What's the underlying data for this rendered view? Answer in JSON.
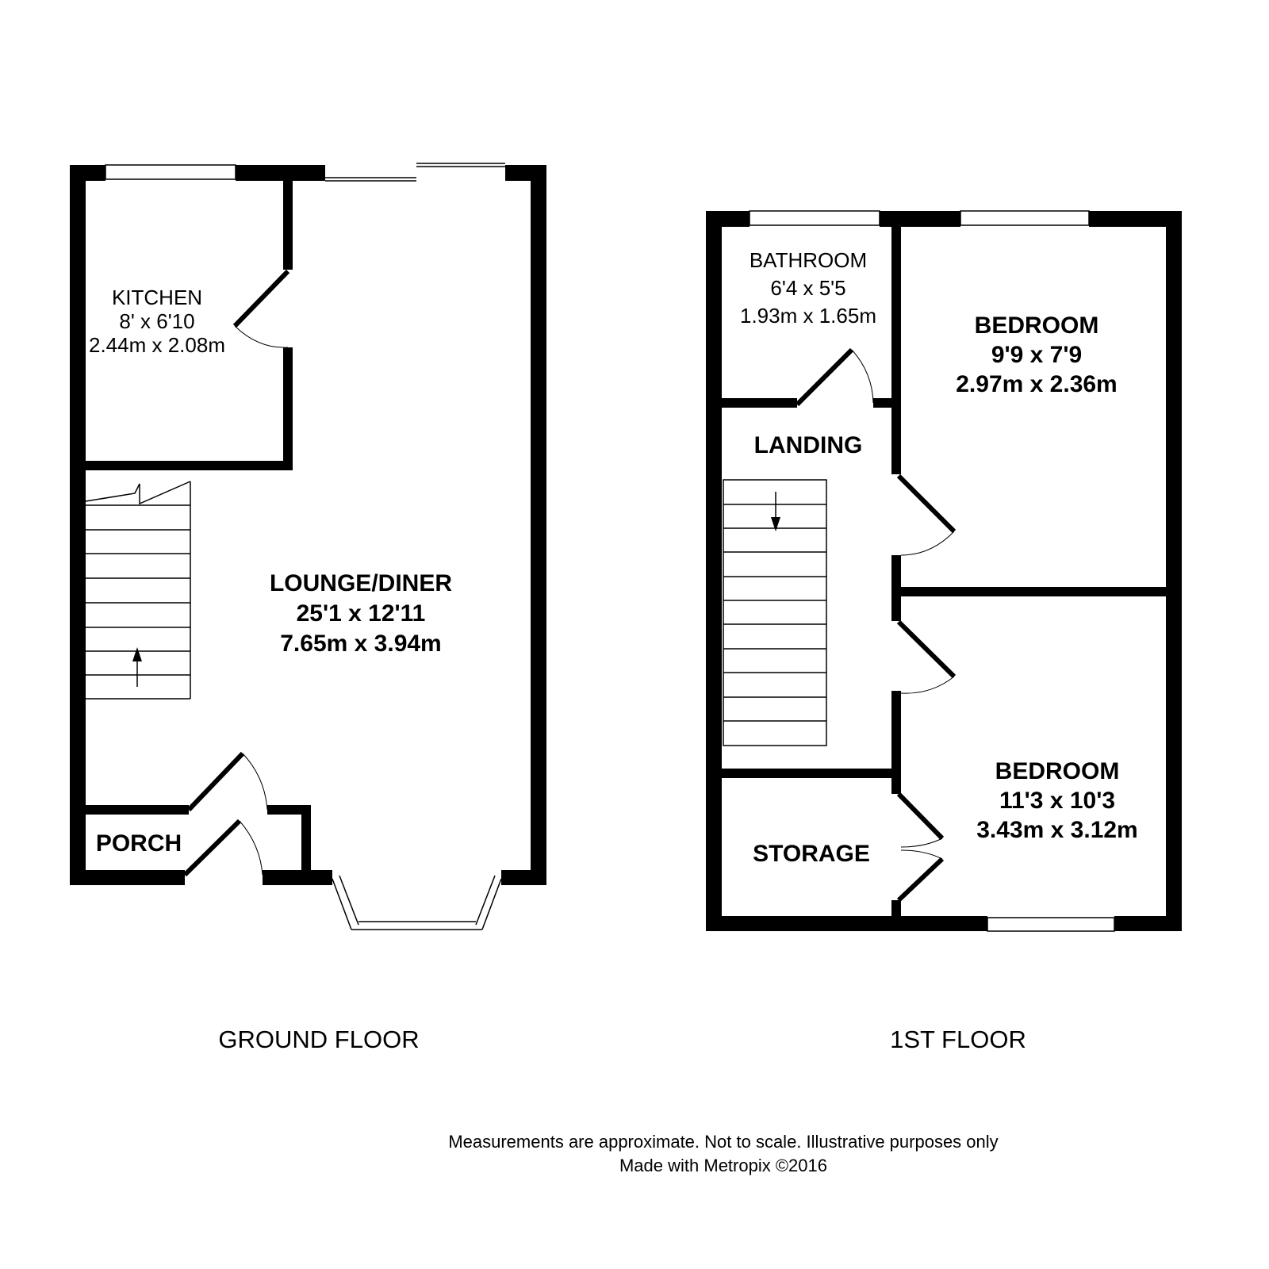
{
  "floors": {
    "ground": {
      "caption": "GROUND FLOOR",
      "rooms": {
        "kitchen": {
          "name": "KITCHEN",
          "imperial": "8' x 6'10",
          "metric": "2.44m x 2.08m"
        },
        "lounge": {
          "name": "LOUNGE/DINER",
          "imperial": "25'1 x 12'11",
          "metric": "7.65m x 3.94m"
        },
        "porch": {
          "name": "PORCH"
        }
      }
    },
    "first": {
      "caption": "1ST FLOOR",
      "rooms": {
        "bathroom": {
          "name": "BATHROOM",
          "imperial": "6'4 x 5'5",
          "metric": "1.93m x 1.65m"
        },
        "bedroom1": {
          "name": "BEDROOM",
          "imperial": "9'9 x 7'9",
          "metric": "2.97m x 2.36m"
        },
        "landing": {
          "name": "LANDING"
        },
        "bedroom2": {
          "name": "BEDROOM",
          "imperial": "11'3 x 10'3",
          "metric": "3.43m x 3.12m"
        },
        "storage": {
          "name": "STORAGE"
        }
      }
    }
  },
  "footer": {
    "disclaimer": "Measurements are approximate.  Not to scale.  Illustrative purposes only",
    "credit": "Made with Metropix ©2016"
  }
}
